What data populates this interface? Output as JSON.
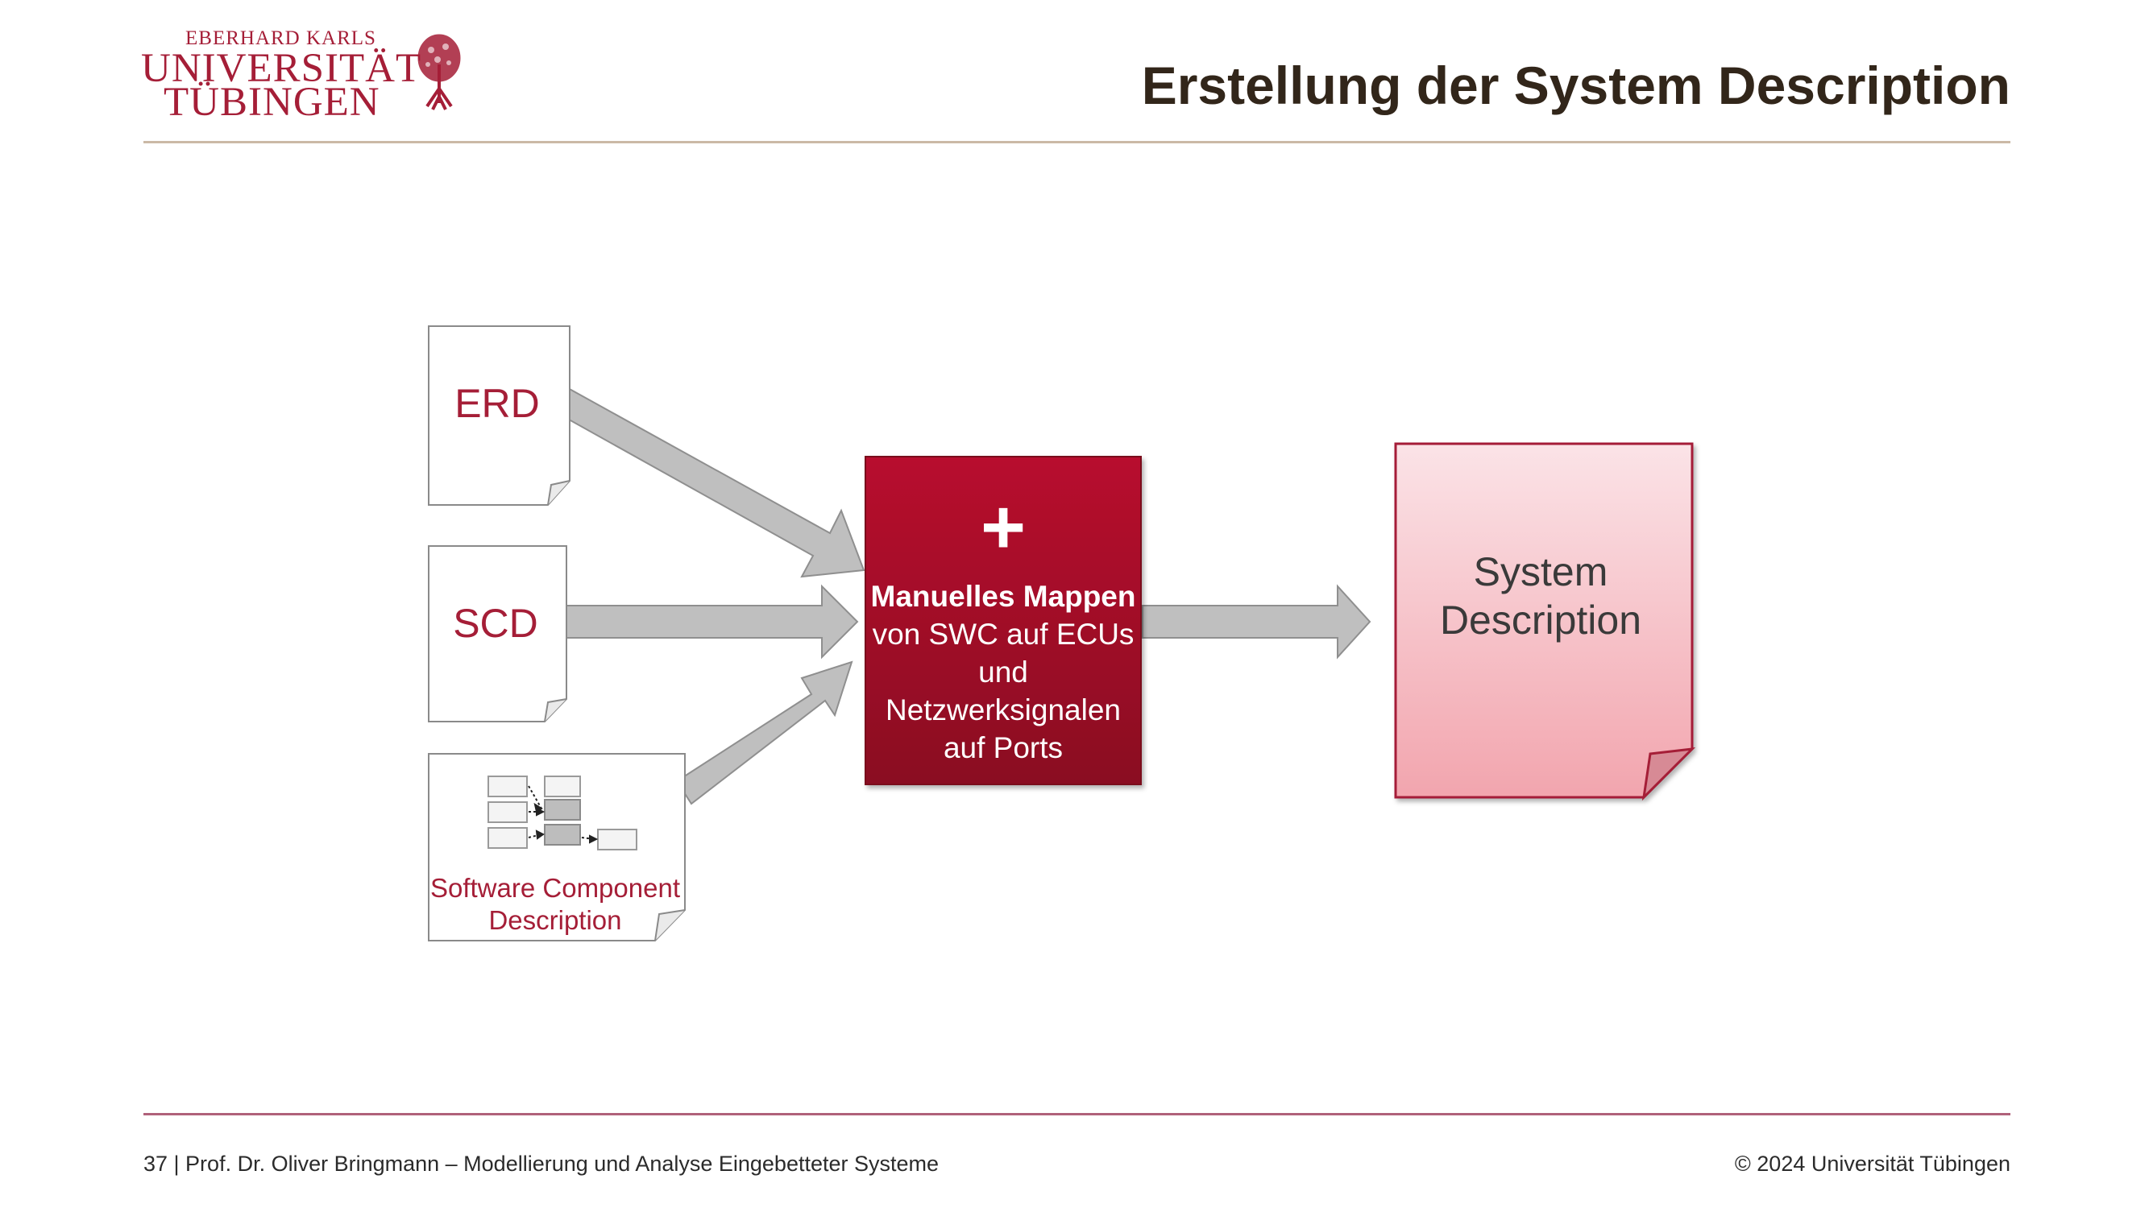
{
  "header": {
    "logo_line1": "EBERHARD KARLS",
    "logo_line2": "UNIVERSITÄT",
    "logo_line3": "TÜBINGEN",
    "title": "Erstellung der System Description"
  },
  "diagram": {
    "inputs": [
      {
        "label": "ERD"
      },
      {
        "label": "SCD"
      },
      {
        "label": "Software Component Description"
      }
    ],
    "process": {
      "symbol": "+",
      "text_bold": "Manuelles Mappen",
      "text_rest": " von SWC auf ECUs und Netzwerksignalen auf Ports"
    },
    "output": {
      "label": "System Description"
    },
    "colors": {
      "brand": "#a51e37",
      "process_top": "#b8102e",
      "process_bottom": "#8a0a22",
      "arrow_fill": "#bfbfbf",
      "output_top": "#fbe3e7",
      "output_bottom": "#f2a5ae"
    },
    "icons": [
      "document-icon",
      "component-diagram-icon",
      "folded-document-icon"
    ]
  },
  "footer": {
    "left": "37 | Prof. Dr. Oliver Bringmann – Modellierung und Analyse Eingebetteter Systeme",
    "right": "© 2024 Universität Tübingen"
  }
}
